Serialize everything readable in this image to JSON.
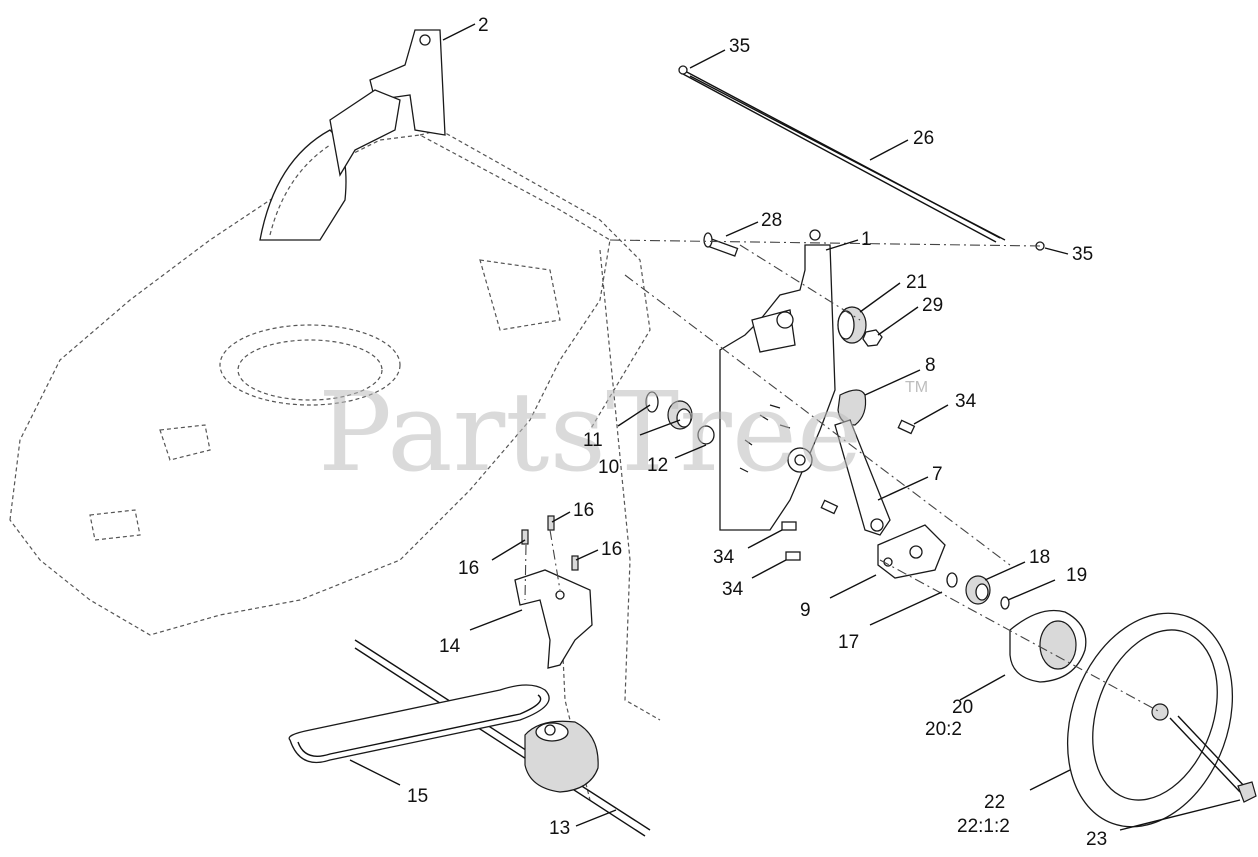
{
  "watermark": {
    "text": "PartsTree",
    "trademark": "TM"
  },
  "callouts": {
    "c1": "1",
    "c2": "2",
    "c7": "7",
    "c8": "8",
    "c9": "9",
    "c10": "10",
    "c11": "11",
    "c12": "12",
    "c13": "13",
    "c14": "14",
    "c15": "15",
    "c16a": "16",
    "c16b": "16",
    "c16c": "16",
    "c17": "17",
    "c18": "18",
    "c19": "19",
    "c20": "20",
    "c20b": "20:2",
    "c21": "21",
    "c22": "22",
    "c22b": "22:1:2",
    "c23": "23",
    "c26": "26",
    "c28": "28",
    "c29": "29",
    "c34a": "34",
    "c34b": "34",
    "c34c": "34",
    "c35a": "35",
    "c35b": "35"
  }
}
